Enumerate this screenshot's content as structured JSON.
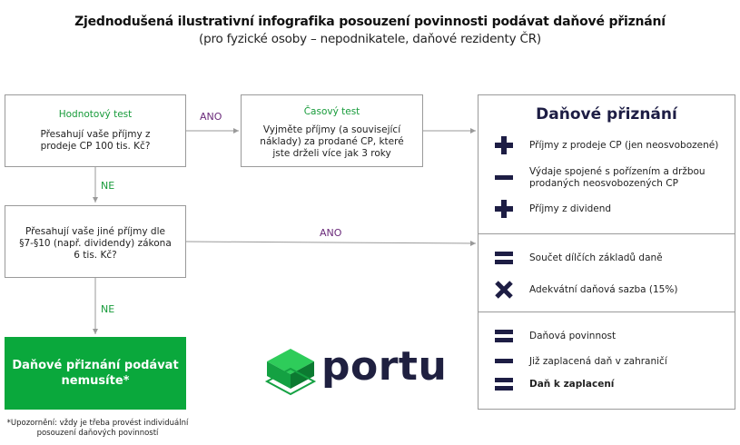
{
  "header": {
    "title": "Zjednodušená ilustrativní infografika posouzení povinnosti podávat daňové přiznání",
    "subtitle": "(pro fyzické osoby – nepodnikatele, daňové rezidenty ČR)"
  },
  "value_test": {
    "title": "Hodnotový test",
    "question": "Přesahují vaše příjmy z prodeje CP 100 tis. Kč?"
  },
  "time_test": {
    "title": "Časový test",
    "text": "Vyjměte příjmy (a související náklady) za prodané CP, které jste drželi více jak 3 roky"
  },
  "other_income": {
    "question": "Přesahují vaše jiné příjmy dle §7-§10 (např. dividendy) zákona 6 tis. Kč?"
  },
  "labels": {
    "ano": "ANO",
    "ne": "NE"
  },
  "no_filing": {
    "text": "Daňové přiznání podávat nemusíte*"
  },
  "footnote": "*Upozornění: vždy je třeba provést individuální posouzení daňových povinností",
  "tax_return": {
    "title": "Daňové přiznání",
    "rows": [
      {
        "symbol": "plus",
        "text": "Příjmy z prodeje CP (jen neosvobozené)"
      },
      {
        "symbol": "minus",
        "text": "Výdaje spojené s pořízením a držbou prodaných neosvobozených CP"
      },
      {
        "symbol": "plus",
        "text": "Příjmy z dividend"
      },
      {
        "symbol": "equals",
        "text": "Součet dílčích základů daně"
      },
      {
        "symbol": "times",
        "text": "Adekvátní daňová sazba (15%)"
      },
      {
        "symbol": "equals",
        "text": "Daňová povinnost"
      },
      {
        "symbol": "minus",
        "text": "Již zaplacená daň v zahraničí"
      },
      {
        "symbol": "equals",
        "text": "Daň k zaplacení"
      }
    ]
  },
  "logo": {
    "text": "portu"
  },
  "colors": {
    "green": "#0aa83c",
    "ano_purple": "#6a2a7a",
    "ne_green": "#179b3a",
    "navy": "#1d1d44"
  }
}
